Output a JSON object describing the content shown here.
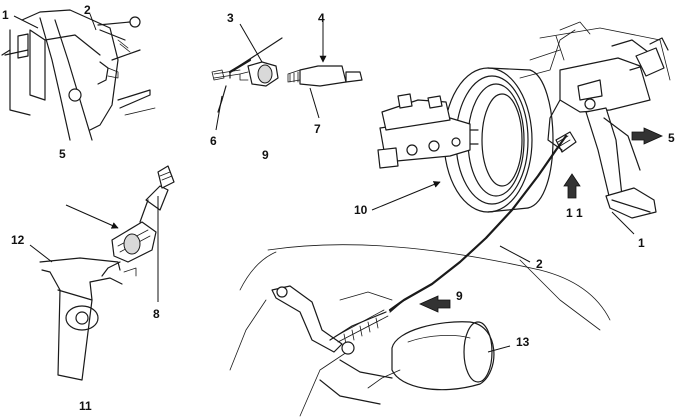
{
  "callouts": {
    "c1_topleft": "1",
    "c2_topleft": "2",
    "c5_topleft": "5",
    "c3": "3",
    "c4": "4",
    "c6": "6",
    "c7": "7",
    "c9_mid": "9",
    "c12": "12",
    "c8": "8",
    "c11_bottom": "11",
    "c10": "10",
    "c11_right": "1 1",
    "c5_right": "5",
    "c1_right": "1",
    "c2_right": "2",
    "c9_lower": "9",
    "c13": "13"
  },
  "colors": {
    "line": "#1a1a1a",
    "background": "#ffffff",
    "arrow": "#333333"
  }
}
